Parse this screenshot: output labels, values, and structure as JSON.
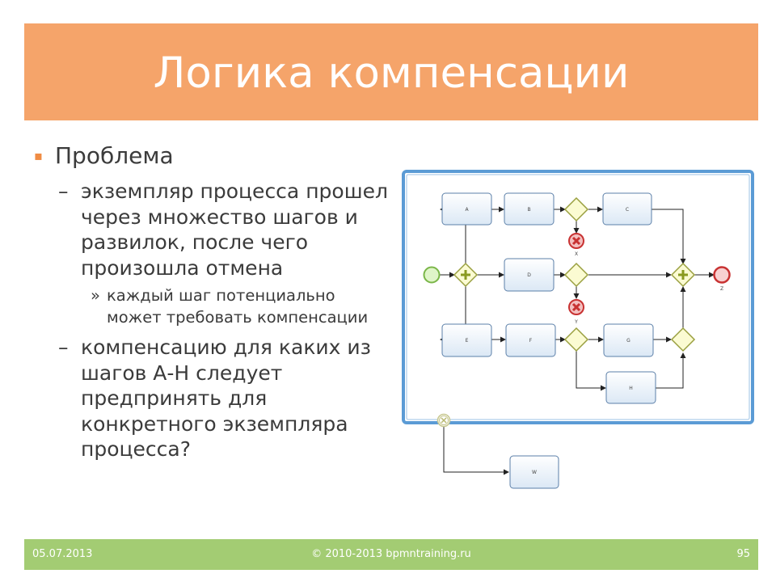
{
  "slide": {
    "title": "Логика компенсации",
    "bullets": [
      {
        "text": "Проблема",
        "level": 1
      },
      {
        "text": "экземпляр процесса прошел через множество шагов и развилок, после чего произошла отмена",
        "level": 2
      },
      {
        "text": "каждый шаг потенциально может требовать компенсации",
        "level": 3
      },
      {
        "text": "компенсацию для каких из шагов А-Н следует предпринять для конкретного экземпляра процесса?",
        "level": 2
      }
    ],
    "bullet_marks": {
      "level1": "▪",
      "level2": "–",
      "level3": "»"
    }
  },
  "diagram": {
    "tasks": {
      "A": "A",
      "B": "B",
      "C": "C",
      "D": "D",
      "E": "E",
      "F": "F",
      "G": "G",
      "H": "H",
      "W": "W"
    },
    "event_labels": {
      "x1": "X",
      "x2": "Y",
      "end": "Z"
    }
  },
  "footer": {
    "date": "05.07.2013",
    "copyright": "© 2010-2013 bpmntraining.ru",
    "page": "95"
  },
  "colors": {
    "title_bar": "#f5a46a",
    "footer_bar": "#a3cc73",
    "bullet_accent": "#f08c44",
    "task_fill": "#e9f2fb",
    "gateway_fill": "#fbfbd2",
    "gateway_stroke": "#9aa040",
    "start_fill": "#dff5c8",
    "start_stroke": "#7ab648",
    "end_fill": "#f8d0d0",
    "end_stroke": "#c83232",
    "cancel_fill": "#e05050"
  }
}
